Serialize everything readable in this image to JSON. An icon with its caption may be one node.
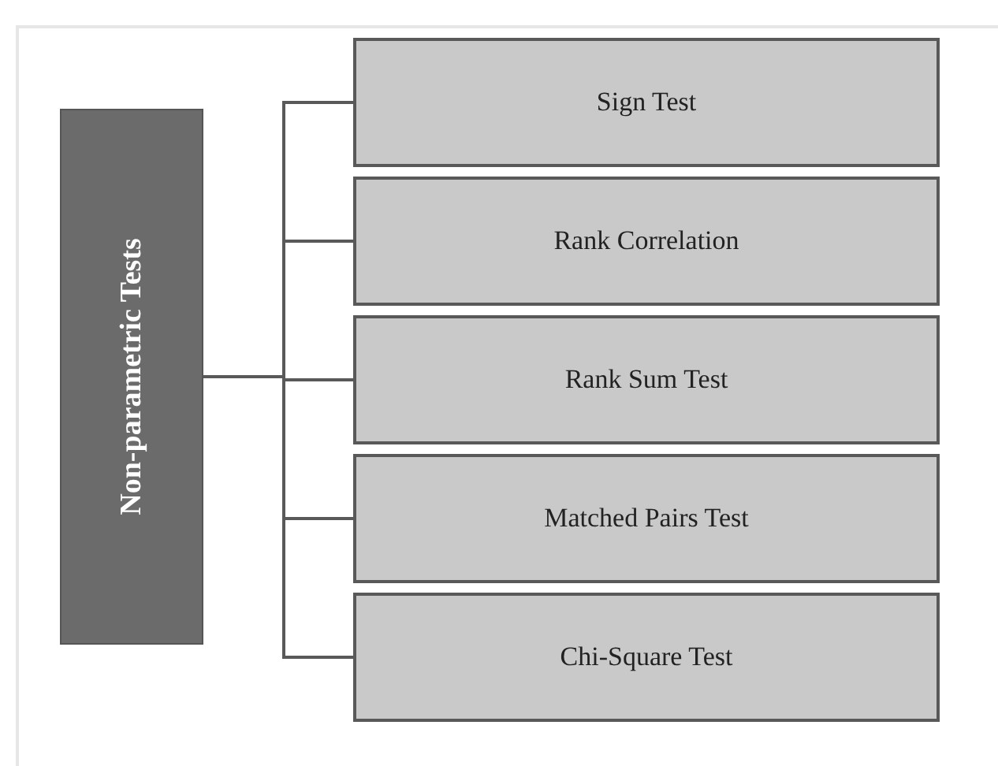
{
  "diagram": {
    "nodes": [
      {
        "text": [
          "Non-parametric Tests"
        ]
      },
      {
        "text": [
          "Sign Test"
        ]
      },
      {
        "text": [
          "Rank Correlation"
        ]
      },
      {
        "text": [
          "Rank Sum Test"
        ]
      },
      {
        "text": [
          "Matched Pairs Test"
        ]
      },
      {
        "text": [
          "Chi-Square Test"
        ]
      }
    ],
    "edges": [
      {
        "from": 0,
        "to": 1,
        "arrow": "none"
      },
      {
        "from": 0,
        "to": 2,
        "arrow": "none"
      },
      {
        "from": 0,
        "to": 3,
        "arrow": "none"
      },
      {
        "from": 0,
        "to": 4,
        "arrow": "none"
      },
      {
        "from": 0,
        "to": 5,
        "arrow": "none"
      }
    ]
  }
}
